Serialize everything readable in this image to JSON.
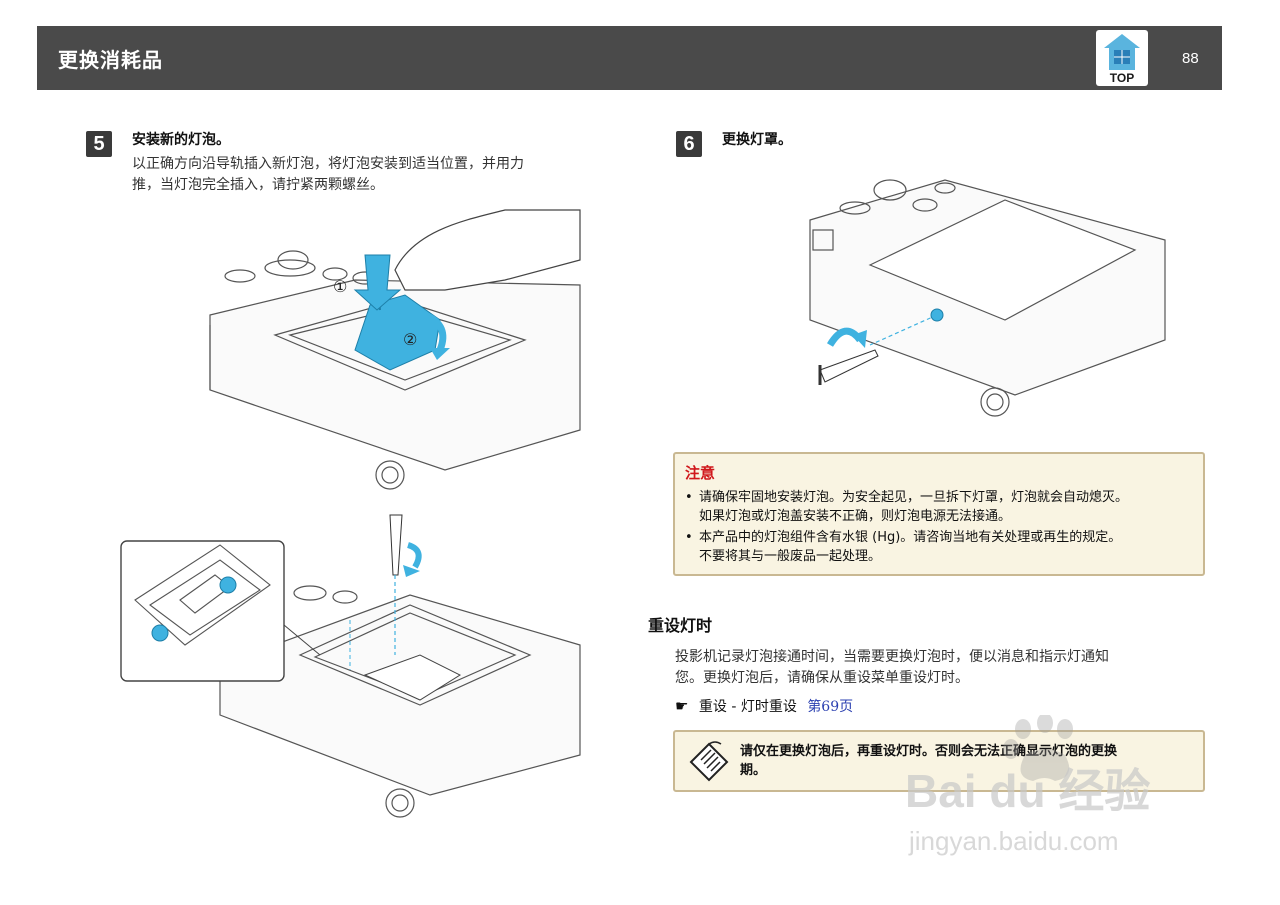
{
  "header": {
    "title": "更换消耗品",
    "top_label": "TOP",
    "page_number": "88"
  },
  "step5": {
    "number": "5",
    "title": "安装新的灯泡。",
    "body_line1": "以正确方向沿导轨插入新灯泡，将灯泡安装到适当位置，并用力",
    "body_line2": "推，当灯泡完全插入，请拧紧两颗螺丝。",
    "callout1": "①",
    "callout2": "②"
  },
  "step6": {
    "number": "6",
    "title": "更换灯罩。"
  },
  "caution": {
    "title": "注意",
    "items": [
      {
        "line1": "请确保牢固地安装灯泡。为安全起见，一旦拆下灯罩，灯泡就会自动熄灭。",
        "line2": "如果灯泡或灯泡盖安装不正确，则灯泡电源无法接通。"
      },
      {
        "line1": "本产品中的灯泡组件含有水银 (Hg)。请咨询当地有关处理或再生的规定。",
        "line2": "不要将其与一般废品一起处理。"
      }
    ]
  },
  "reset_section": {
    "heading": "重设灯时",
    "body_line1": "投影机记录灯泡接通时间，当需要更换灯泡时，便以消息和指示灯通知",
    "body_line2": "您。更换灯泡后，请确保从重设菜单重设灯时。",
    "pointer_glyph": "☛",
    "link_text": "重设 - 灯时重设",
    "link_page": "第69页"
  },
  "note": {
    "line1": "请仅在更换灯泡后，再重设灯时。否则会无法正确显示灯泡的更换",
    "line2": "期。"
  },
  "watermark": {
    "line1": "Bai du 经验",
    "line2": "jingyan.baidu.com"
  },
  "colors": {
    "header_bg": "#4a4a4a",
    "accent_blue": "#3fb2e0",
    "caution_red": "#d0171b",
    "box_bg": "#f9f4e2"
  }
}
